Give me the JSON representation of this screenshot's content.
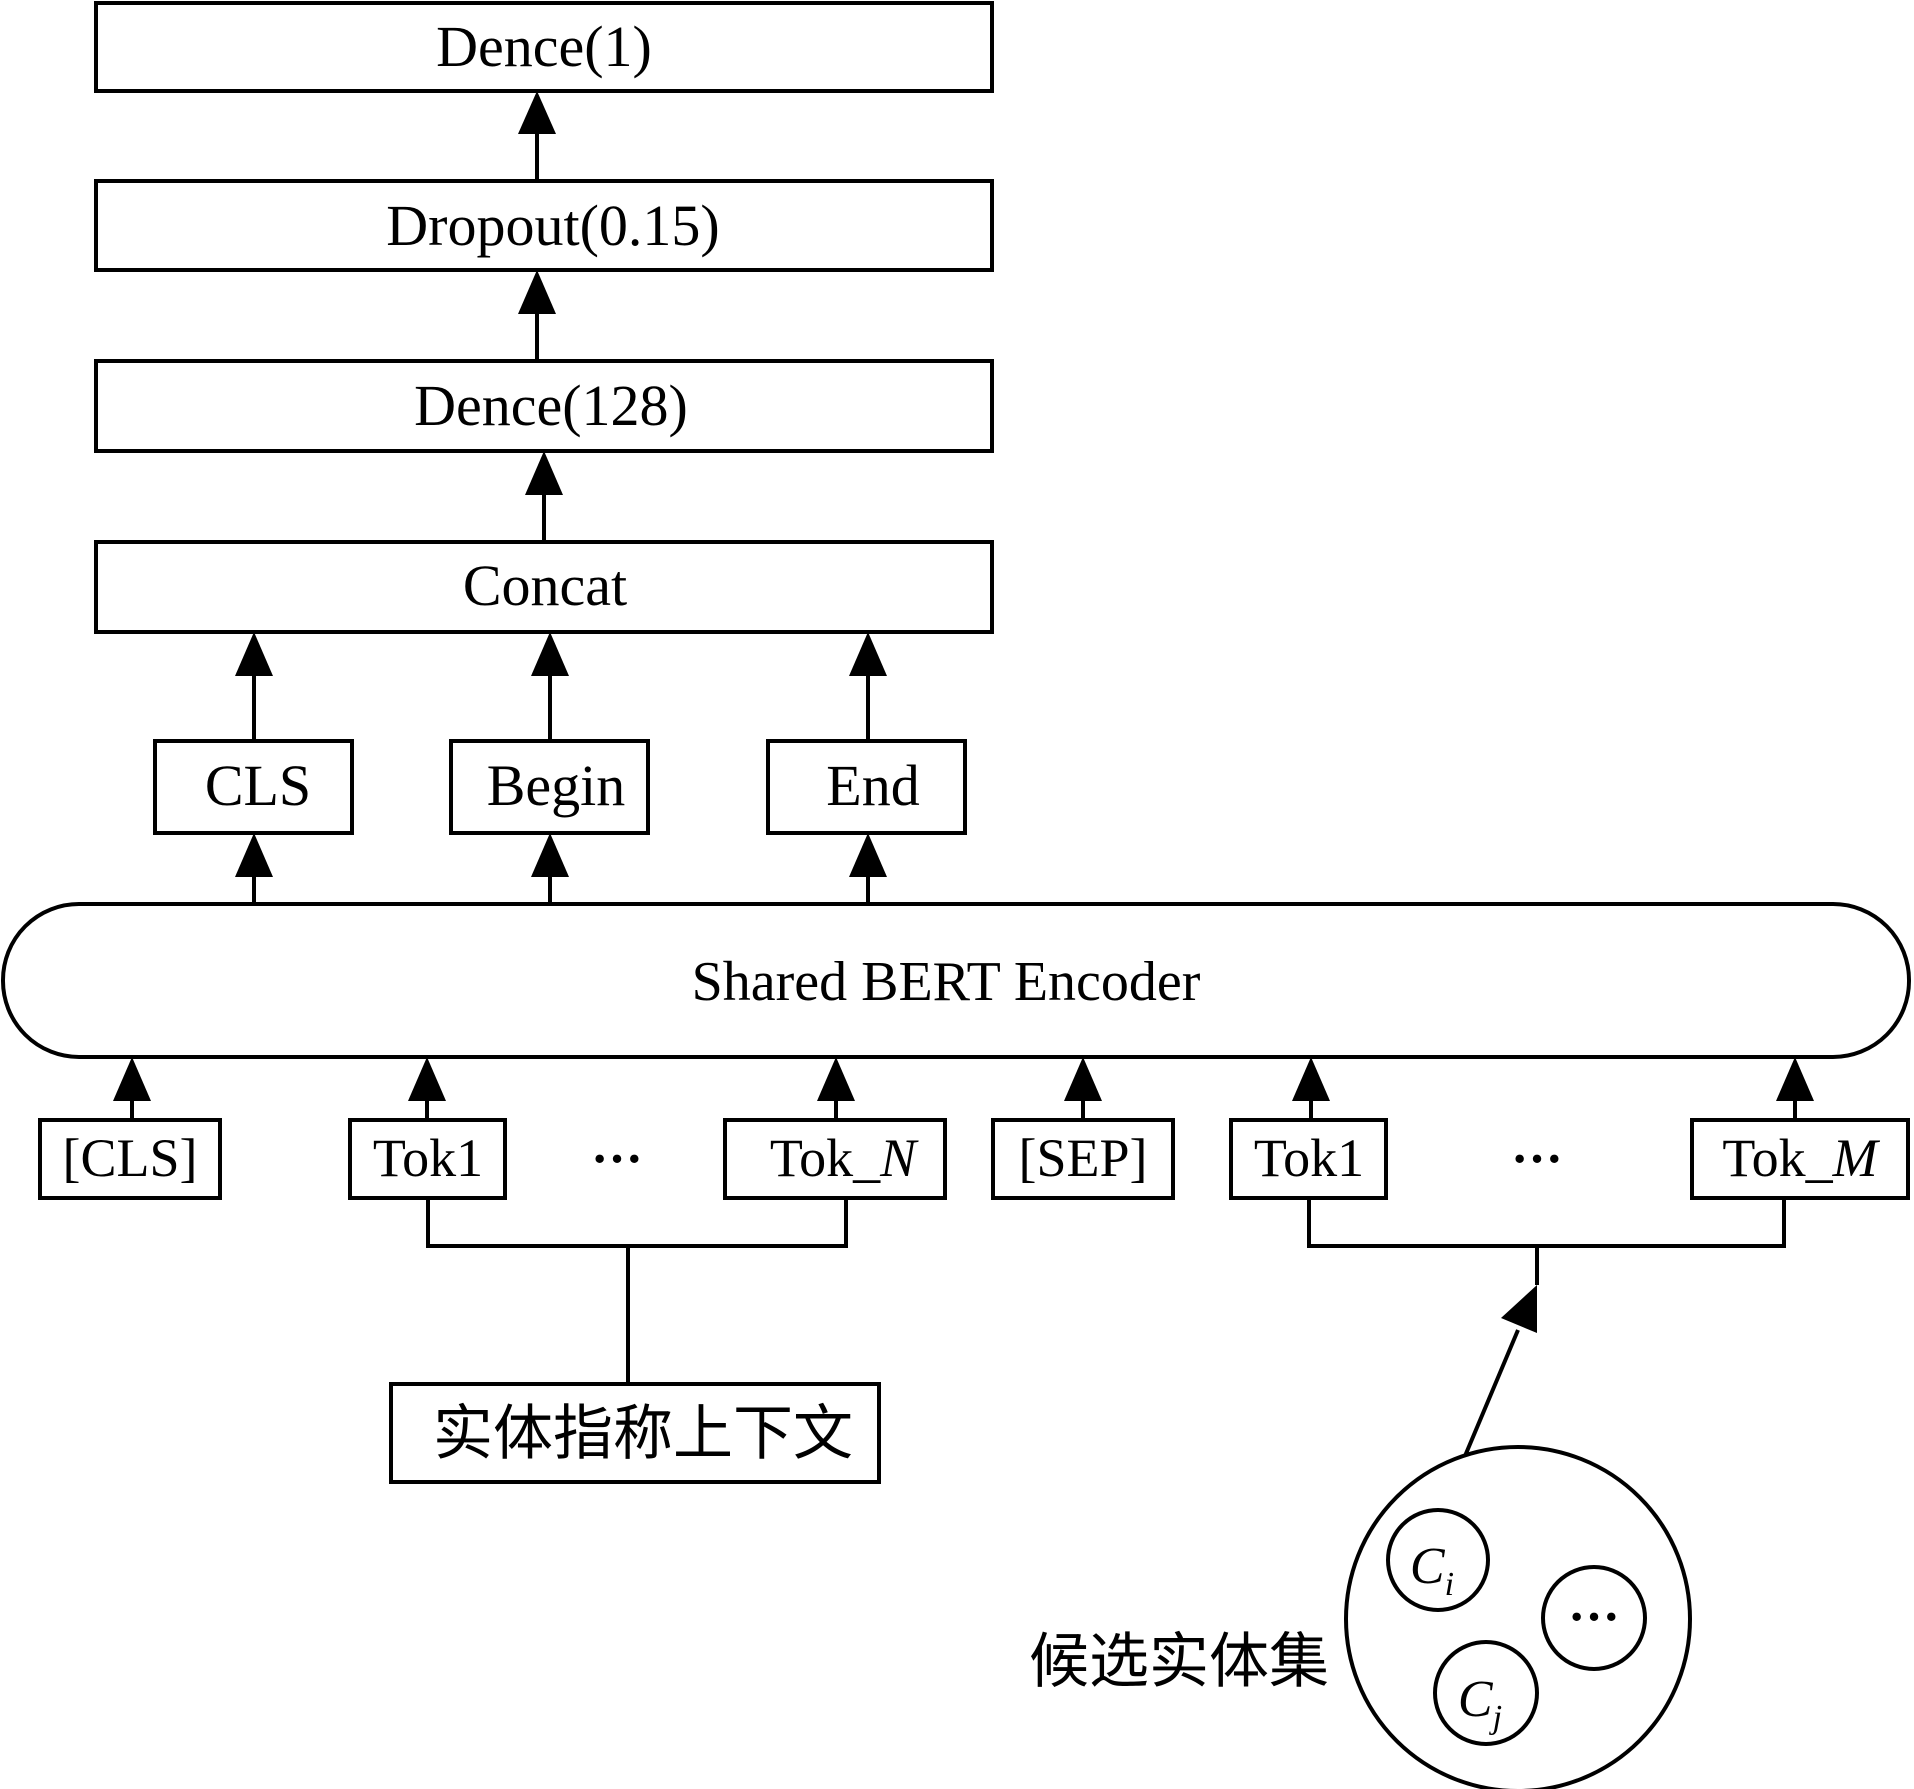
{
  "layers": {
    "dense1": "Dence(1)",
    "dropout": "Dropout(0.15)",
    "dense128": "Dence(128)",
    "concat": "Concat"
  },
  "features": {
    "cls": "CLS",
    "begin": "Begin",
    "end": "End"
  },
  "encoder": "Shared BERT Encoder",
  "tokens": {
    "cls": "[CLS]",
    "tok1_a": "Tok1",
    "ellipsis_a": "···",
    "tokN_prefix": "Tok_",
    "tokN_var": "N",
    "sep": "[SEP]",
    "tok1_b": "Tok1",
    "ellipsis_b": "···",
    "tokM_prefix": "Tok_",
    "tokM_var": "M"
  },
  "mention_context": "实体指称上下文",
  "candidate_set": {
    "label": "候选实体集",
    "ci_letter": "C",
    "ci_sub": "i",
    "cj_letter": "C",
    "cj_sub": "j",
    "ellipsis": "···"
  }
}
